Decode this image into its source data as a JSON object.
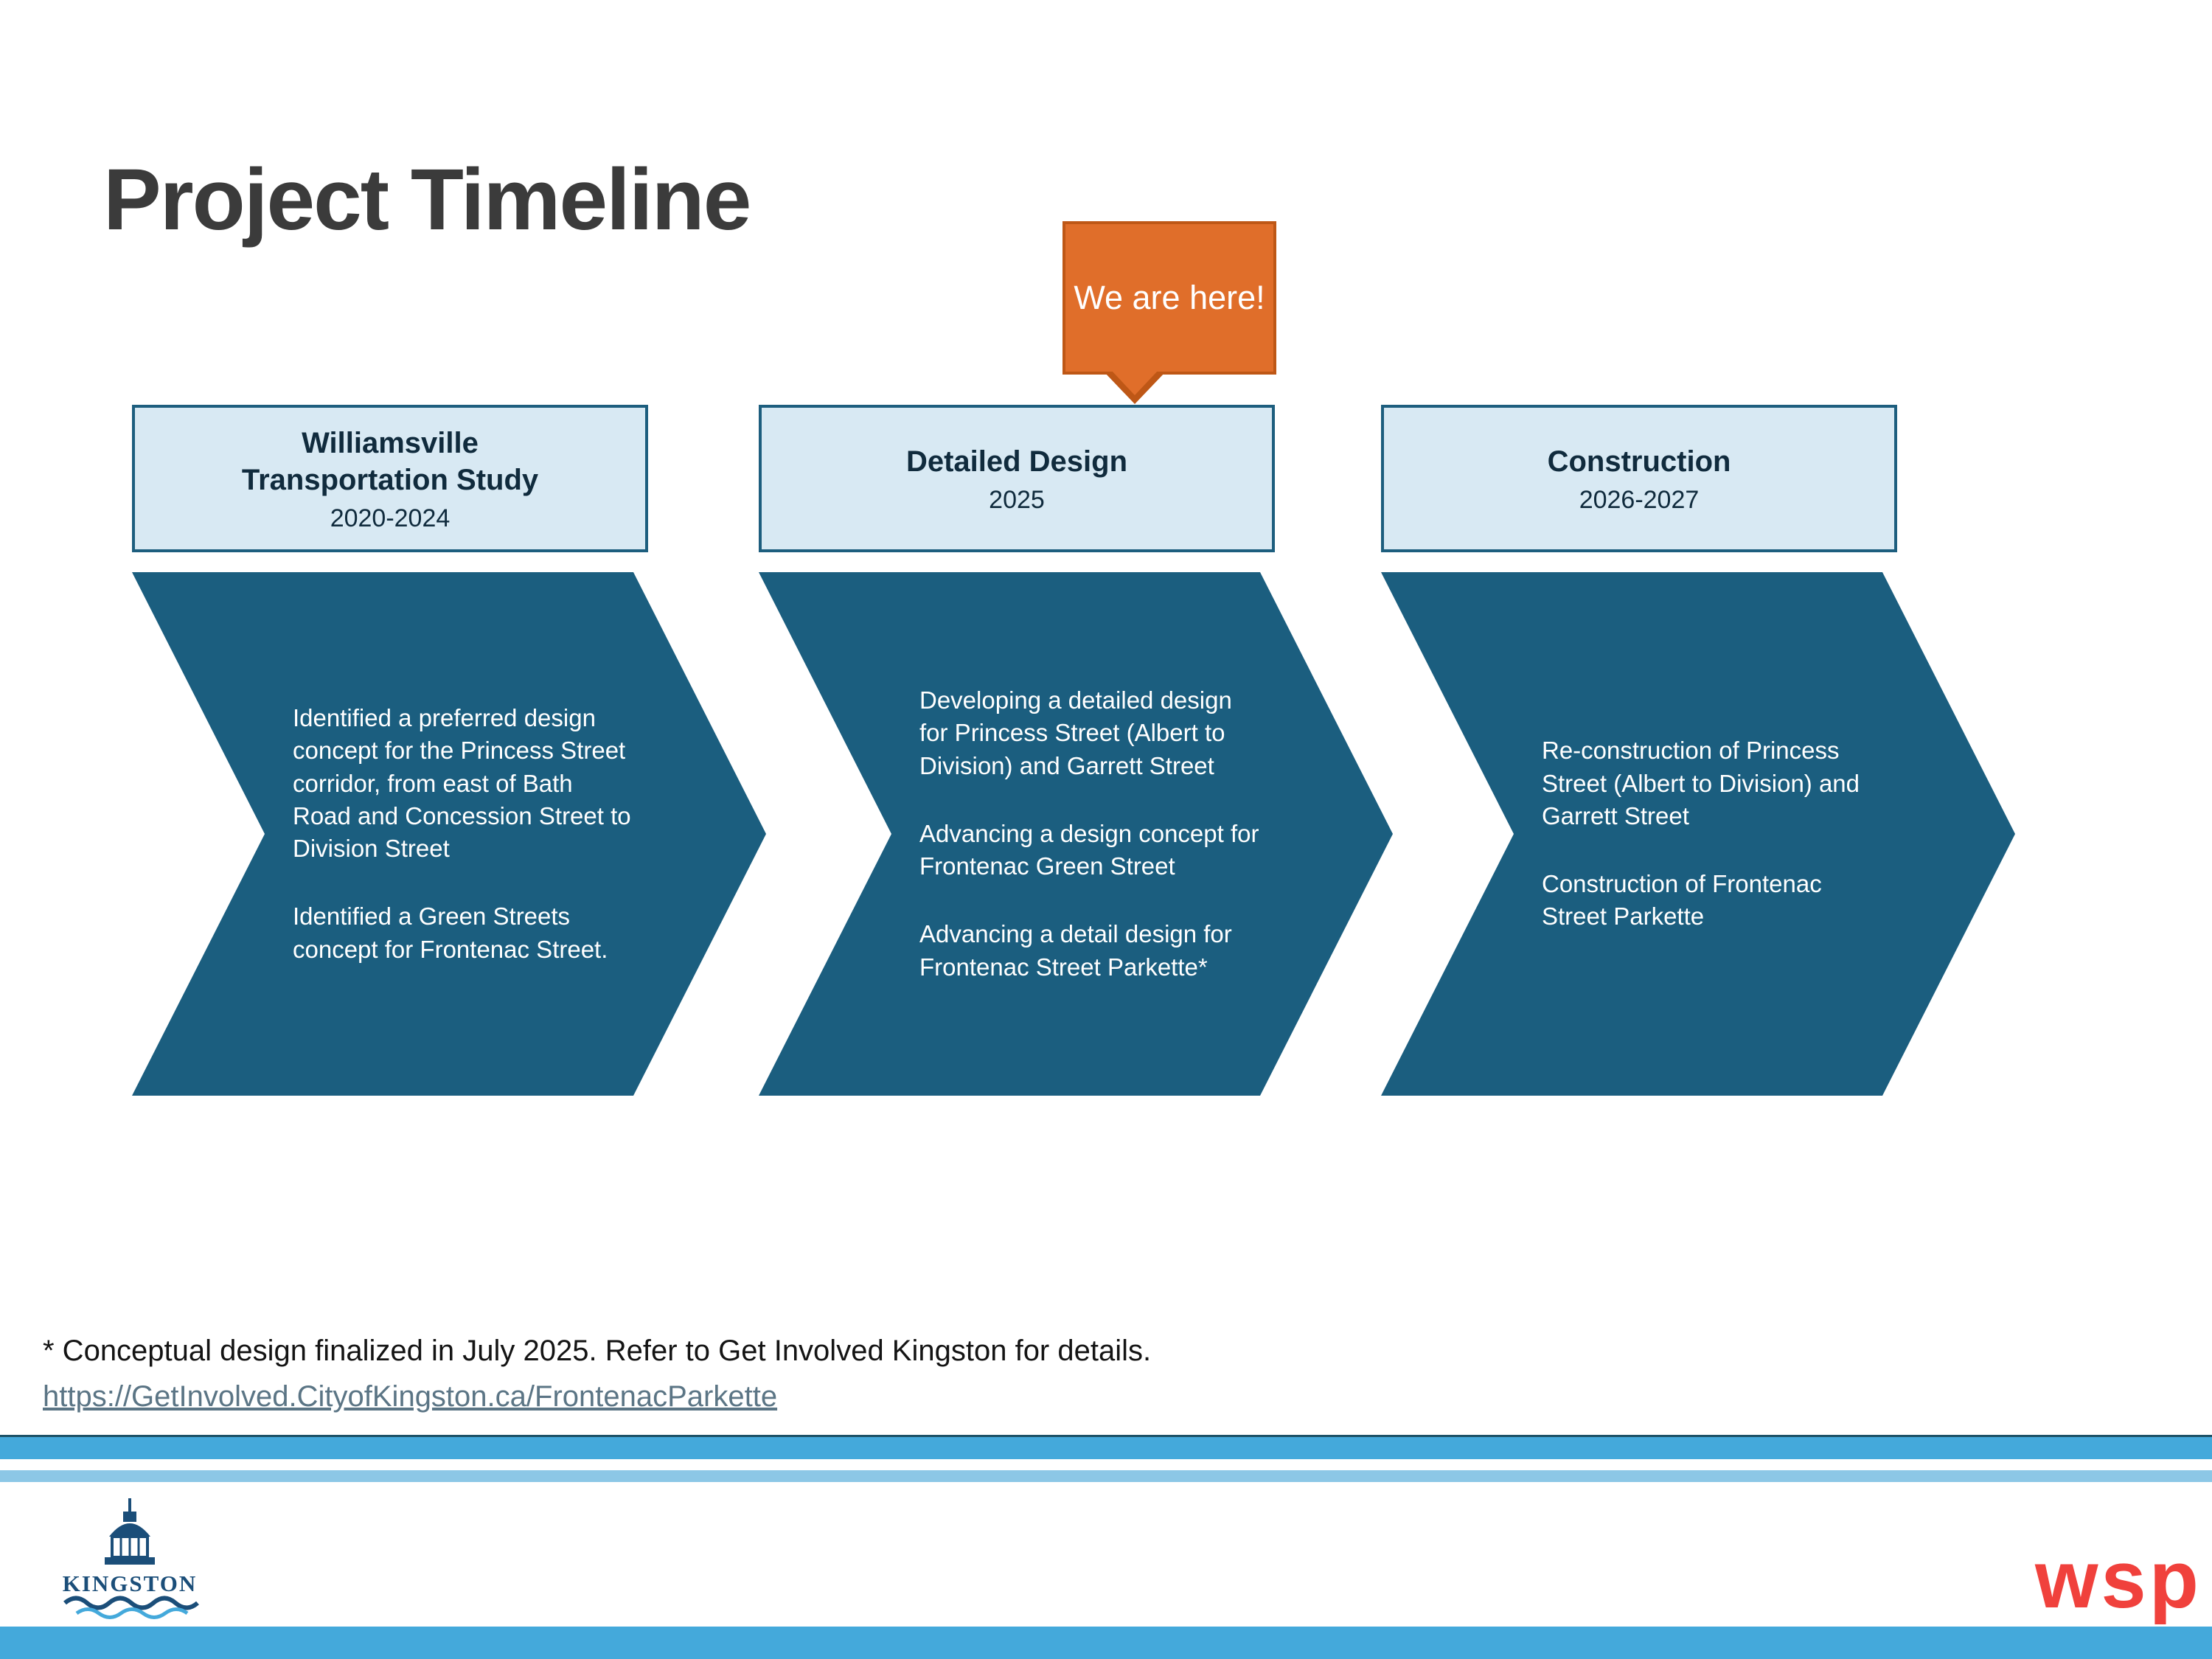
{
  "title": "Project Timeline",
  "callout": {
    "text": "We are here!"
  },
  "phases": [
    {
      "name": "Williamsville Transportation Study",
      "dates": "2020-2024",
      "items": [
        "Identified a preferred design concept for the Princess Street corridor, from east of Bath Road and Concession Street to Division Street",
        "Identified a Green Streets concept for Frontenac Street."
      ]
    },
    {
      "name": "Detailed Design",
      "dates": "2025",
      "items": [
        "Developing a detailed design for Princess Street (Albert to Division) and Garrett Street",
        "Advancing a design concept for Frontenac Green Street",
        "Advancing a detail design for Frontenac Street Parkette*"
      ]
    },
    {
      "name": "Construction",
      "dates": "2026-2027",
      "items": [
        "Re-construction of Princess Street (Albert to Division) and Garrett Street",
        "Construction of Frontenac Street Parkette"
      ]
    }
  ],
  "footnote": {
    "text": "* Conceptual design finalized in July 2025. Refer to Get Involved Kingston for details.",
    "link": "https://GetInvolved.CityofKingston.ca/FrontenacParkette"
  },
  "logos": {
    "kingston": "KINGSTON",
    "wsp": "wsp"
  },
  "colors": {
    "chevron_fill": "#1B5E7F",
    "header_fill": "#D8E9F3",
    "header_border": "#1D5E7E",
    "callout_fill": "#E06E2A",
    "callout_border": "#BE5716",
    "footer_blue": "#44A9DB",
    "footer_blue_light": "#8CC7E6",
    "wsp_red": "#F0413C",
    "kingston_blue": "#1B4E79",
    "title_color": "#3B3B3B"
  }
}
